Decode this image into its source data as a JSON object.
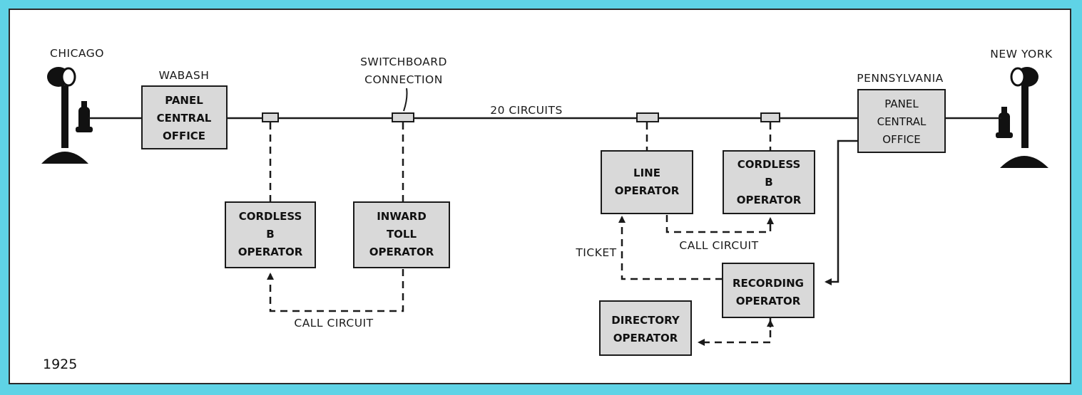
{
  "nodes": {
    "wabash_office": {
      "heading": "WABASH",
      "lines": [
        "PANEL",
        "CENTRAL",
        "OFFICE"
      ]
    },
    "pennsylvania_office": {
      "heading": "PENNSYLVANIA",
      "lines": [
        "PANEL",
        "CENTRAL",
        "OFFICE"
      ]
    },
    "cordless_b_left": {
      "lines": [
        "CORDLESS",
        "B",
        "OPERATOR"
      ]
    },
    "inward_toll": {
      "lines": [
        "INWARD",
        "TOLL",
        "OPERATOR"
      ]
    },
    "line_operator": {
      "lines": [
        "LINE",
        "OPERATOR"
      ]
    },
    "cordless_b_right": {
      "lines": [
        "CORDLESS",
        "B",
        "OPERATOR"
      ]
    },
    "recording_operator": {
      "lines": [
        "RECORDING",
        "OPERATOR"
      ]
    },
    "directory_operator": {
      "lines": [
        "DIRECTORY",
        "OPERATOR"
      ]
    }
  },
  "labels": {
    "chicago": "CHICAGO",
    "new_york": "NEW YORK",
    "switchboard": [
      "SWITCHBOARD",
      "CONNECTION"
    ],
    "trunk": "20 CIRCUITS",
    "call_circuit_left": "CALL CIRCUIT",
    "call_circuit_right": "CALL CIRCUIT",
    "ticket": "TICKET",
    "year": "1925"
  },
  "colors": {
    "background": "#5fd3e6",
    "panel": "#ffffff",
    "box_fill": "#d9d9d9",
    "line": "#1a1a1a"
  }
}
